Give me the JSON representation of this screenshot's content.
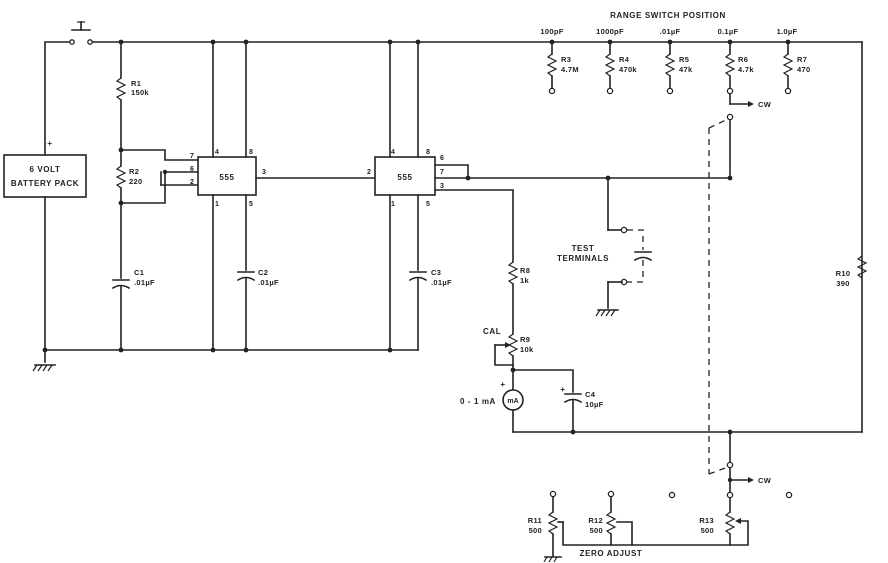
{
  "battery": {
    "symbol": "+",
    "line1": "6 VOLT",
    "line2": "BATTERY PACK"
  },
  "header": {
    "range_title": "RANGE SWITCH POSITION"
  },
  "ranges": [
    "100pF",
    "1000pF",
    ".01µF",
    "0.1µF",
    "1.0µF"
  ],
  "resistors": {
    "r1": {
      "ref": "R1",
      "value": "150k"
    },
    "r2": {
      "ref": "R2",
      "value": "220"
    },
    "r3": {
      "ref": "R3",
      "value": "4.7M"
    },
    "r4": {
      "ref": "R4",
      "value": "470k"
    },
    "r5": {
      "ref": "R5",
      "value": "47k"
    },
    "r6": {
      "ref": "R6",
      "value": "4.7k"
    },
    "r7": {
      "ref": "R7",
      "value": "470"
    },
    "r8": {
      "ref": "R8",
      "value": "1k"
    },
    "r9": {
      "ref": "R9",
      "value": "10k"
    },
    "r10": {
      "ref": "R10",
      "value": "390"
    },
    "r11": {
      "ref": "R11",
      "value": "500"
    },
    "r12": {
      "ref": "R12",
      "value": "500"
    },
    "r13": {
      "ref": "R13",
      "value": "500"
    }
  },
  "capacitors": {
    "c1": {
      "ref": "C1",
      "value": ".01µF"
    },
    "c2": {
      "ref": "C2",
      "value": ".01µF"
    },
    "c3": {
      "ref": "C3",
      "value": ".01µF"
    },
    "c4": {
      "ref": "C4",
      "value": "10µF",
      "polarity": "+"
    }
  },
  "ic1": {
    "name": "555",
    "pins": {
      "p7": "7",
      "p6": "6",
      "p2": "2",
      "p4": "4",
      "p8": "8",
      "p3": "3",
      "p1": "1",
      "p5": "5"
    }
  },
  "ic2": {
    "name": "555",
    "pins": {
      "p2": "2",
      "p4": "4",
      "p8": "8",
      "p6": "6",
      "p7": "7",
      "p3": "3",
      "p1": "1",
      "p5": "5"
    }
  },
  "labels": {
    "cw_top": "CW",
    "cw_bottom": "CW",
    "test_line1": "TEST",
    "test_line2": "TERMINALS",
    "cal": "CAL",
    "meter_range": "0 - 1 mA",
    "meter_plus": "+",
    "meter_unit": "mA",
    "zero_adjust": "ZERO  ADJUST"
  }
}
